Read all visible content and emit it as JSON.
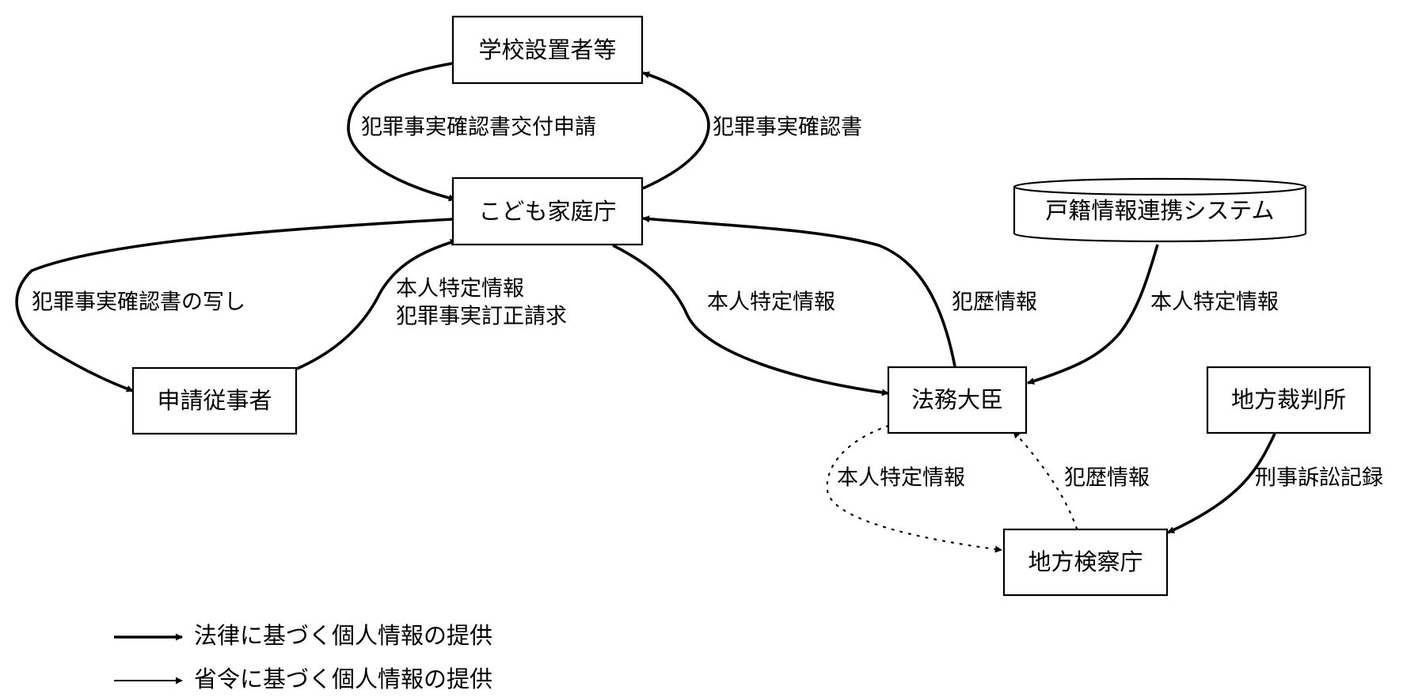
{
  "nodes": {
    "school": "学校設置者等",
    "agency": "こども家庭庁",
    "koseki": "戸籍情報連携システム",
    "applicant": "申請従事者",
    "justice": "法務大臣",
    "court": "地方裁判所",
    "prosecutor": "地方検察庁"
  },
  "edges": {
    "school_to_agency": "犯罪事実確認書交付申請",
    "agency_to_school": "犯罪事実確認書",
    "agency_to_applicant": "犯罪事実確認書の写し",
    "applicant_to_agency_1": "本人特定情報",
    "applicant_to_agency_2": "犯罪事実訂正請求",
    "agency_to_justice": "本人特定情報",
    "justice_to_agency": "犯歴情報",
    "koseki_to_justice": "本人特定情報",
    "justice_to_prosecutor": "本人特定情報",
    "prosecutor_to_justice": "犯歴情報",
    "court_to_prosecutor": "刑事訴訟記録"
  },
  "legend": {
    "law": "法律に基づく個人情報の提供",
    "ordinance": "省令に基づく個人情報の提供"
  }
}
